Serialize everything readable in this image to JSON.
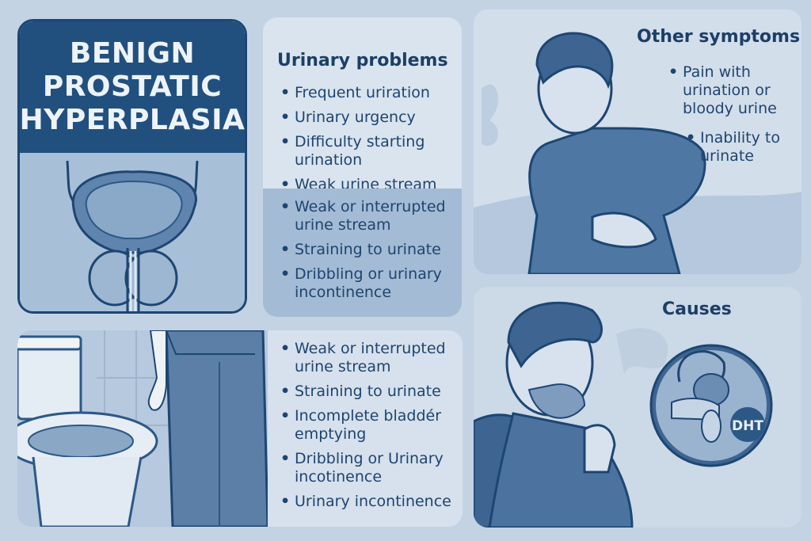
{
  "title": {
    "line1": "BENIGN",
    "line2": "PROSTATIC",
    "line3": "HYPERPLASIA"
  },
  "urinary": {
    "title": "Urinary problems",
    "items": [
      "Frequent uriration",
      "Urinary urgency",
      "Difficulty starting urination",
      "Weak urine stream"
    ],
    "items2": [
      "Weak or interrupted urine stream",
      "Straining to urinate",
      "Dribbling or urinary incontinence"
    ]
  },
  "toilet": {
    "items": [
      "Weak or interrupted urine stream",
      "Straining to urinate",
      "Incomplete bladdér emptying",
      "Dribbling or Urinary incotinence",
      "Urinary incontinence"
    ]
  },
  "other": {
    "title": "Other symptoms",
    "items": [
      "Pain with urination or bloody urine",
      "Inability to urinate"
    ]
  },
  "causes": {
    "title": "Causes",
    "badge": "DHT"
  },
  "colors": {
    "dark_blue": "#21507f",
    "mid_blue": "#a3bbd4",
    "light_blue": "#d9e4ef"
  }
}
